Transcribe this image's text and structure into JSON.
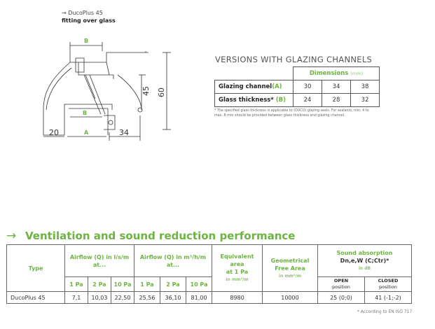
{
  "drawing": {
    "arrow": "→",
    "product": "DucoPlus 45",
    "subtitle": "fitting over glass",
    "dims": {
      "b_top": "B",
      "b_mid": "B",
      "a": "A",
      "d45": "45",
      "d60": "60",
      "d20": "20",
      "d34": "34"
    }
  },
  "versions": {
    "title": "VERSIONS WITH GLAZING CHANNELS",
    "dimensions_label": "Dimensions",
    "dimensions_unit": "(mm)",
    "rows": [
      {
        "label": "Glazing channel",
        "letter": "(A)",
        "values": [
          "30",
          "34",
          "38"
        ]
      },
      {
        "label": "Glass thickness*",
        "letter": "(B)",
        "values": [
          "24",
          "28",
          "32"
        ]
      }
    ],
    "note": "* The specified glass thickness is applicable to (DUCO) glazing seals. For sealants, min. 4 to max. 8 mm should be provided between glass thickness and glazing channel."
  },
  "performance": {
    "arrow": "→",
    "title": "Ventilation and sound reduction performance",
    "headers": {
      "type": "Type",
      "airflow_ls_a": "Airflow (Q) in l/s/m",
      "airflow_ls_b": "at...",
      "airflow_m3_a": "Airflow (Q) in m³/h/m",
      "airflow_m3_b": "at...",
      "eq_area_a": "Equivalent",
      "eq_area_b": "area",
      "eq_area_c": "at 1 Pa",
      "eq_area_unit": "in mm²/m",
      "geo_a": "Geometrical",
      "geo_b": "Free Area",
      "geo_unit": "in mm²/m",
      "sound_a": "Sound absorption",
      "sound_b": "Dn,e,W (C;Ctr)*",
      "sound_unit": "in dB",
      "pa": [
        "1 Pa",
        "2 Pa",
        "10 Pa",
        "1 Pa",
        "2 Pa",
        "10 Pa"
      ],
      "open_a": "OPEN",
      "open_b": "position",
      "closed_a": "CLOSED",
      "closed_b": "position"
    },
    "row": {
      "type": "DucoPlus 45",
      "ls": [
        "7,1",
        "10,03",
        "22,50"
      ],
      "m3": [
        "25,56",
        "36,10",
        "81,00"
      ],
      "eq_area": "8980",
      "geo_area": "10000",
      "open": "25 (0;0)",
      "closed": "41 (-1;-2)"
    },
    "footnote": "* According to EN ISO 717"
  },
  "colors": {
    "accent": "#6cb33f",
    "text": "#333333"
  }
}
